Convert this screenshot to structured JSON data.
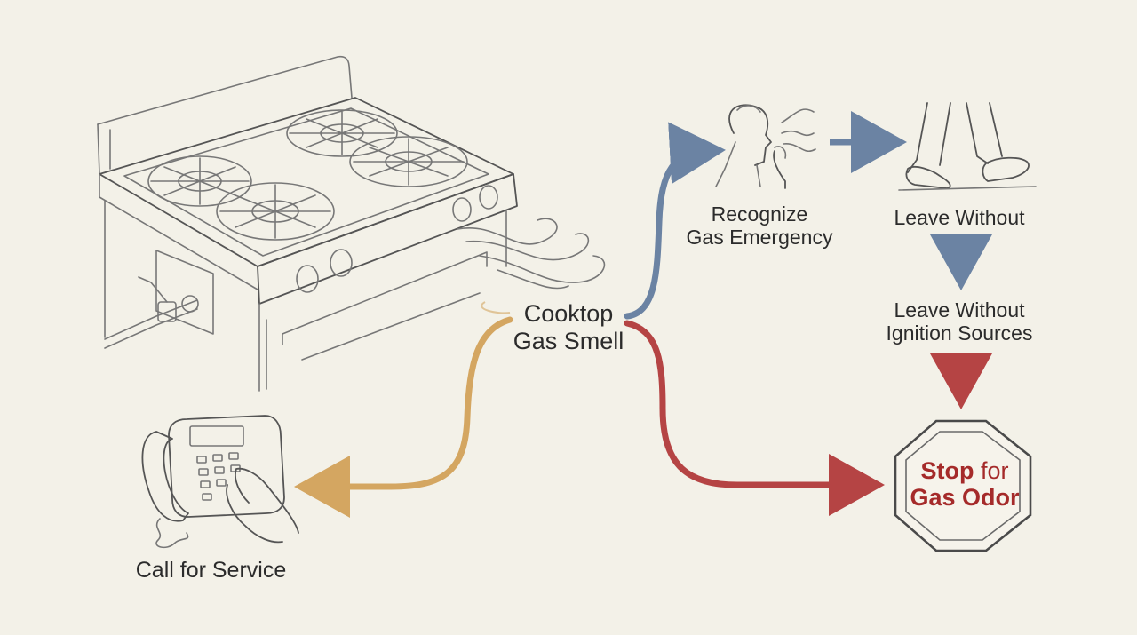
{
  "diagram": {
    "center_node": {
      "lines": [
        "Cooktop",
        "Gas Smell"
      ]
    },
    "nodes": {
      "recognize": {
        "lines": [
          "Recognize",
          "Gas Emergency"
        ]
      },
      "leave": {
        "lines": [
          "Leave Without"
        ]
      },
      "leave_ignition": {
        "lines": [
          "Leave Without",
          "Ignition Sources"
        ]
      },
      "stop": {
        "word1": "Stop",
        "word2": "for",
        "line2": "Gas Odor"
      },
      "call": {
        "label": "Call for Service"
      }
    },
    "colors": {
      "background": "#f3f1e8",
      "blue_arrow": "#6b83a3",
      "red_arrow": "#b54444",
      "gold_arrow": "#d4a661",
      "stop_text": "#a52a2a",
      "sketch": "#777777"
    },
    "icons": [
      "gas-stove-icon",
      "gas-valve-icon",
      "gas-fumes-icon",
      "smelling-person-icon",
      "walking-legs-icon",
      "desk-phone-icon",
      "stop-sign-icon"
    ]
  }
}
